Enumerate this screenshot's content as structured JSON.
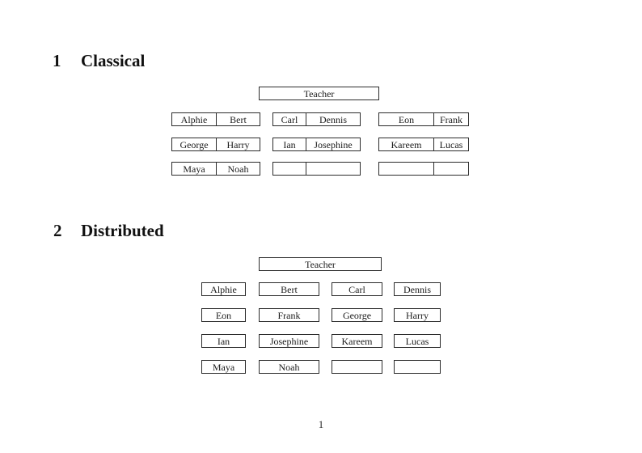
{
  "page": {
    "number": "1"
  },
  "colors": {
    "background": "#ffffff",
    "border": "#2b2b2b",
    "text": "#1b1b1b"
  },
  "sections": [
    {
      "number": "1",
      "title": "Classical"
    },
    {
      "number": "2",
      "title": "Distributed"
    }
  ],
  "classical": {
    "teacher_label": "Teacher",
    "rows": [
      {
        "desks": [
          {
            "cells": [
              "Alphie",
              "Bert"
            ]
          },
          {
            "cells": [
              "Carl",
              "Dennis"
            ]
          },
          {
            "cells": [
              "Eon",
              "Frank"
            ]
          }
        ]
      },
      {
        "desks": [
          {
            "cells": [
              "George",
              "Harry"
            ]
          },
          {
            "cells": [
              "Ian",
              "Josephine"
            ]
          },
          {
            "cells": [
              "Kareem",
              "Lucas"
            ]
          }
        ]
      },
      {
        "desks": [
          {
            "cells": [
              "Maya",
              "Noah"
            ]
          },
          {
            "cells": [
              "",
              ""
            ]
          },
          {
            "cells": [
              "",
              ""
            ]
          }
        ]
      }
    ]
  },
  "distributed": {
    "teacher_label": "Teacher",
    "rows": [
      {
        "seats": [
          "Alphie",
          "Bert",
          "Carl",
          "Dennis"
        ]
      },
      {
        "seats": [
          "Eon",
          "Frank",
          "George",
          "Harry"
        ]
      },
      {
        "seats": [
          "Ian",
          "Josephine",
          "Kareem",
          "Lucas"
        ]
      },
      {
        "seats": [
          "Maya",
          "Noah",
          "",
          ""
        ]
      }
    ]
  }
}
